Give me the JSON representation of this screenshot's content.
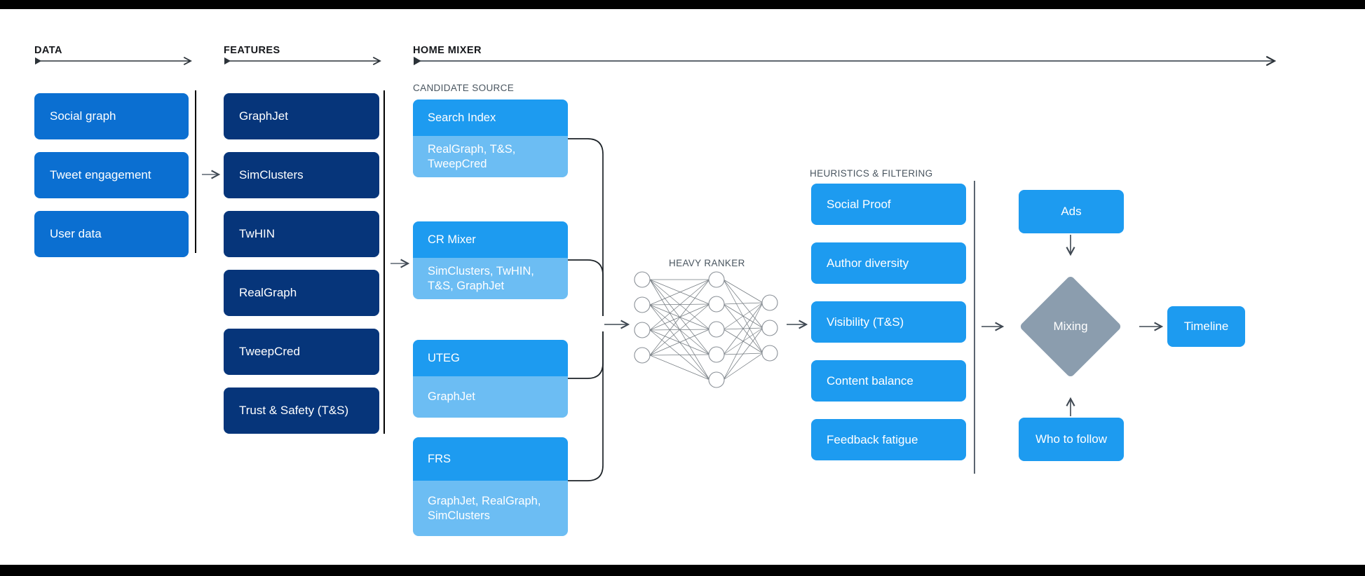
{
  "theme": {
    "letterbox_color": "#000000",
    "background": "#ffffff",
    "data_box_color": "#0b6fd1",
    "feature_box_color": "#06357a",
    "candidate_head_color": "#1d9bf0",
    "candidate_body_color": "#6cbdf3",
    "heuristic_box_color": "#1d9bf0",
    "mixing_diamond_color": "#8b9dae",
    "arrow_color": "#3f4852",
    "divider_color": "#000000",
    "section_label_color": "#16181c",
    "sub_label_color": "#49555f"
  },
  "sections": {
    "data": {
      "label": "DATA"
    },
    "features": {
      "label": "FEATURES"
    },
    "home_mixer": {
      "label": "HOME MIXER"
    },
    "candidate_source": {
      "label": "CANDIDATE SOURCE"
    },
    "heavy_ranker": {
      "label": "HEAVY RANKER"
    },
    "heuristics": {
      "label": "HEURISTICS & FILTERING"
    }
  },
  "data_column": {
    "items": [
      {
        "label": "Social graph"
      },
      {
        "label": "Tweet engagement"
      },
      {
        "label": "User data"
      }
    ]
  },
  "features_column": {
    "items": [
      {
        "label": "GraphJet"
      },
      {
        "label": "SimClusters"
      },
      {
        "label": "TwHIN"
      },
      {
        "label": "RealGraph"
      },
      {
        "label": "TweepCred"
      },
      {
        "label": "Trust & Safety (T&S)"
      }
    ]
  },
  "candidate_sources": {
    "items": [
      {
        "title": "Search Index",
        "features": "RealGraph, T&S,\nTweepCred"
      },
      {
        "title": "CR Mixer",
        "features": "SimClusters, TwHIN,\nT&S, GraphJet"
      },
      {
        "title": "UTEG",
        "features": "GraphJet"
      },
      {
        "title": "FRS",
        "features": "GraphJet, RealGraph,\nSimClusters"
      }
    ]
  },
  "heavy_ranker": {
    "title": "HEAVY RANKER",
    "layers": [
      4,
      5,
      3
    ]
  },
  "heuristics_column": {
    "items": [
      {
        "label": "Social Proof"
      },
      {
        "label": "Author diversity"
      },
      {
        "label": "Visibility (T&S)"
      },
      {
        "label": "Content balance"
      },
      {
        "label": "Feedback fatigue"
      }
    ]
  },
  "output_stage": {
    "ads": {
      "label": "Ads"
    },
    "mixing": {
      "label": "Mixing"
    },
    "who_to_follow": {
      "label": "Who to follow"
    },
    "timeline": {
      "label": "Timeline"
    }
  }
}
